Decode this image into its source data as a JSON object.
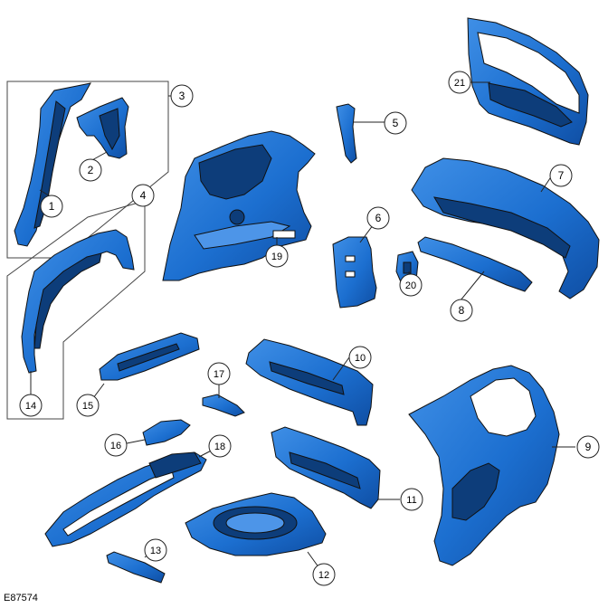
{
  "figure_code": "E87574",
  "colors": {
    "part_fill": "#1c6fd0",
    "part_dark": "#0d3d7a",
    "part_light": "#4d95e8",
    "outline": "#111111",
    "callout_line": "#222222"
  },
  "callouts": [
    {
      "id": "1",
      "label": "1"
    },
    {
      "id": "2",
      "label": "2"
    },
    {
      "id": "3",
      "label": "3"
    },
    {
      "id": "4",
      "label": "4"
    },
    {
      "id": "5",
      "label": "5"
    },
    {
      "id": "6",
      "label": "6"
    },
    {
      "id": "7",
      "label": "7"
    },
    {
      "id": "8",
      "label": "8"
    },
    {
      "id": "9",
      "label": "9"
    },
    {
      "id": "10",
      "label": "10"
    },
    {
      "id": "11",
      "label": "11"
    },
    {
      "id": "12",
      "label": "12"
    },
    {
      "id": "13",
      "label": "13"
    },
    {
      "id": "14",
      "label": "14"
    },
    {
      "id": "15",
      "label": "15"
    },
    {
      "id": "16",
      "label": "16"
    },
    {
      "id": "17",
      "label": "17"
    },
    {
      "id": "18",
      "label": "18"
    },
    {
      "id": "19",
      "label": "19"
    },
    {
      "id": "20",
      "label": "20"
    },
    {
      "id": "21",
      "label": "21"
    }
  ]
}
